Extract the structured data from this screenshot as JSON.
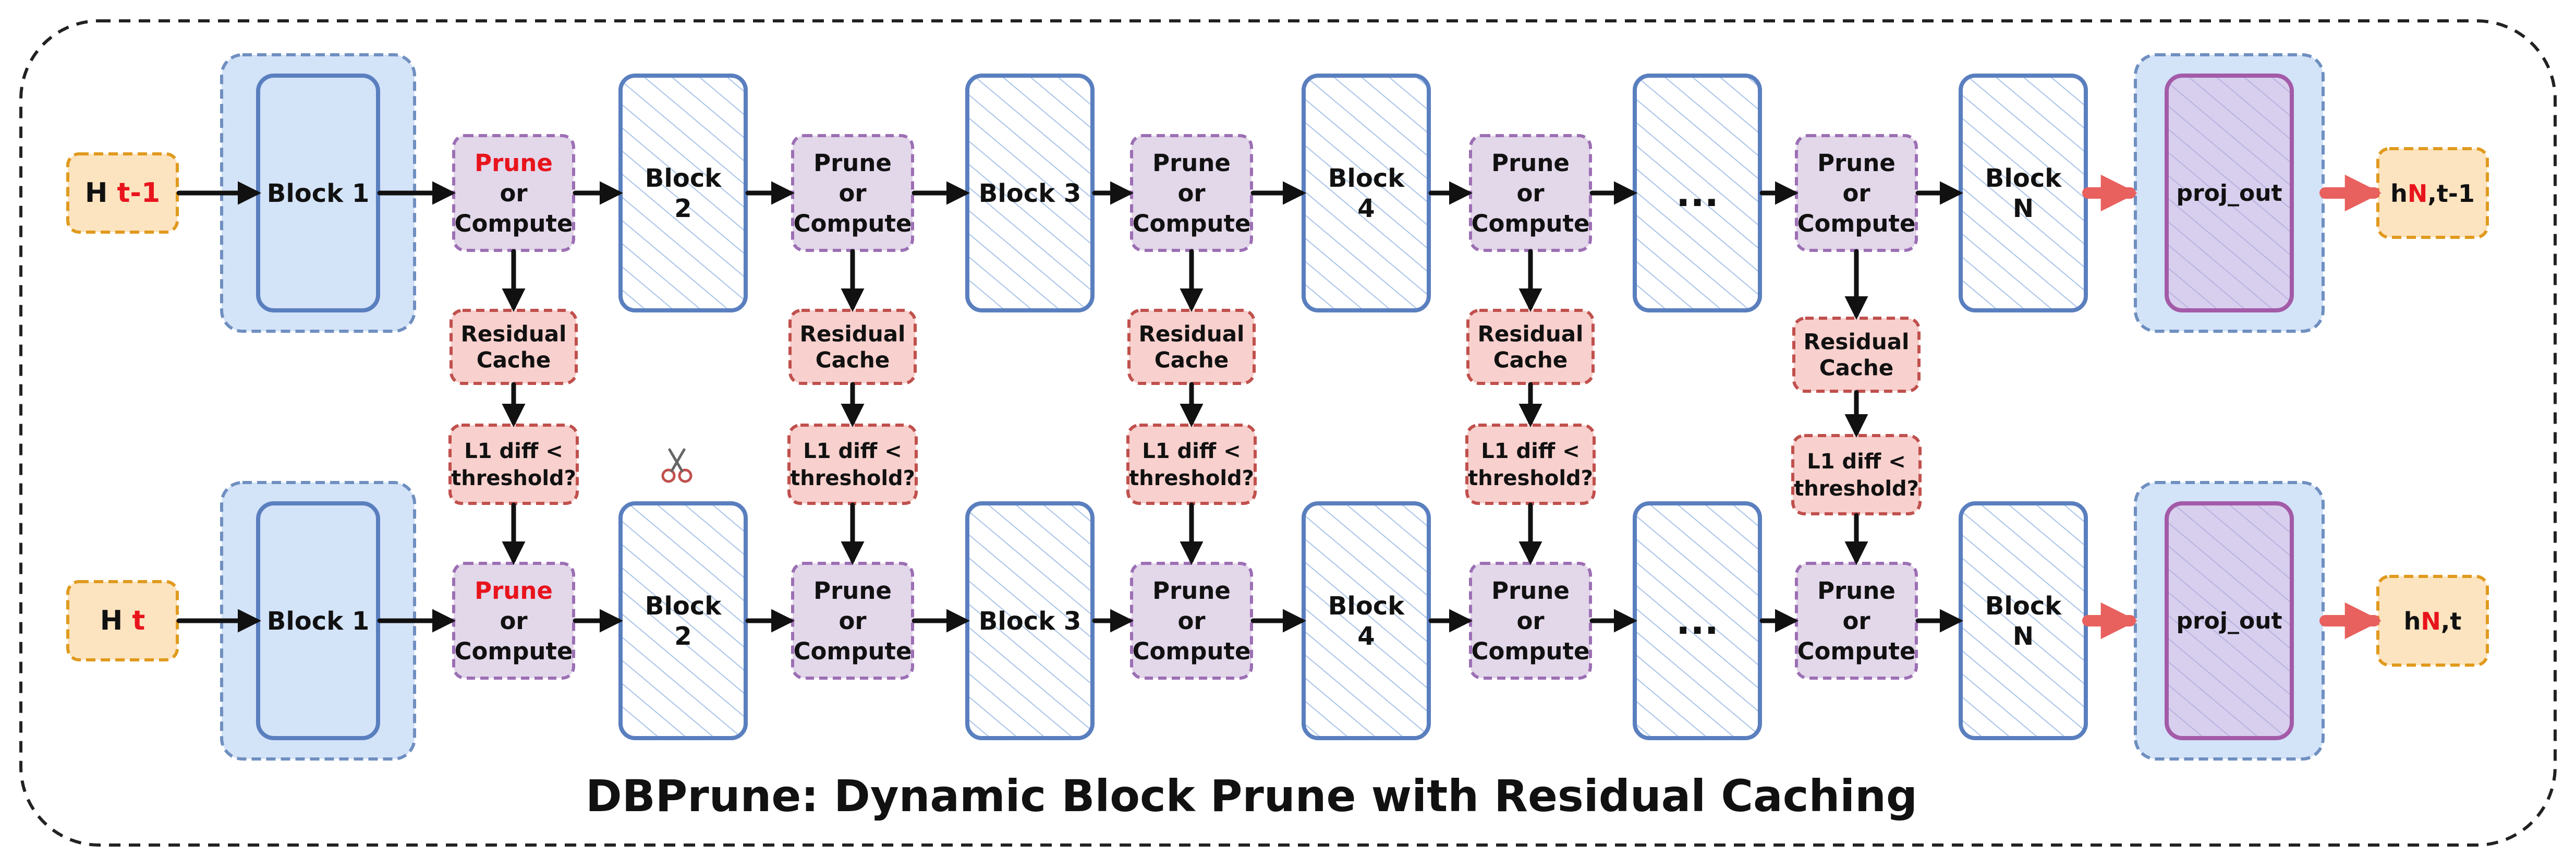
{
  "title": "DBPrune: Dynamic Block Prune with Residual Caching",
  "rows": [
    {
      "input": {
        "prefix": "H ",
        "highlight": "t-1"
      },
      "output": {
        "pre": "h",
        "highlight": "N",
        "post": ",t-1"
      },
      "prune_first_word": "Prune",
      "prune_first_red": true
    },
    {
      "input": {
        "prefix": "H ",
        "highlight": "t"
      },
      "output": {
        "pre": "h",
        "highlight": "N",
        "post": ",t"
      },
      "prune_first_word": "Prune",
      "prune_first_red": true
    }
  ],
  "block1_label": "Block 1",
  "block2_label": [
    "Block",
    "2"
  ],
  "block3_label": "Block 3",
  "block4_label": [
    "Block",
    "4"
  ],
  "ellipsis_label": "...",
  "blockN_label": [
    "Block",
    "N"
  ],
  "proj_label": "proj_out",
  "prune_label": [
    "Prune",
    "or",
    "Compute"
  ],
  "cache_label": [
    "Residual",
    "Cache"
  ],
  "check_label": [
    "L1 diff <",
    "threshold?"
  ],
  "scissors_icon": "scissors-icon",
  "colors": {
    "orange_fill": "#fde4c0",
    "orange_border": "#e09a1e",
    "blue_group_fill": "#d3e3f8",
    "blue_group_border": "#6f8fc0",
    "block_border": "#5a7fbf",
    "hatch": "#a9c4e8",
    "purple_fill": "#e3d7ea",
    "purple_border": "#9c6fb4",
    "red_fill": "#f8d0cd",
    "red_border": "#c0504d",
    "arrow": "#111111",
    "arrow_red": "#e8615e",
    "highlight": "#e8141c"
  }
}
